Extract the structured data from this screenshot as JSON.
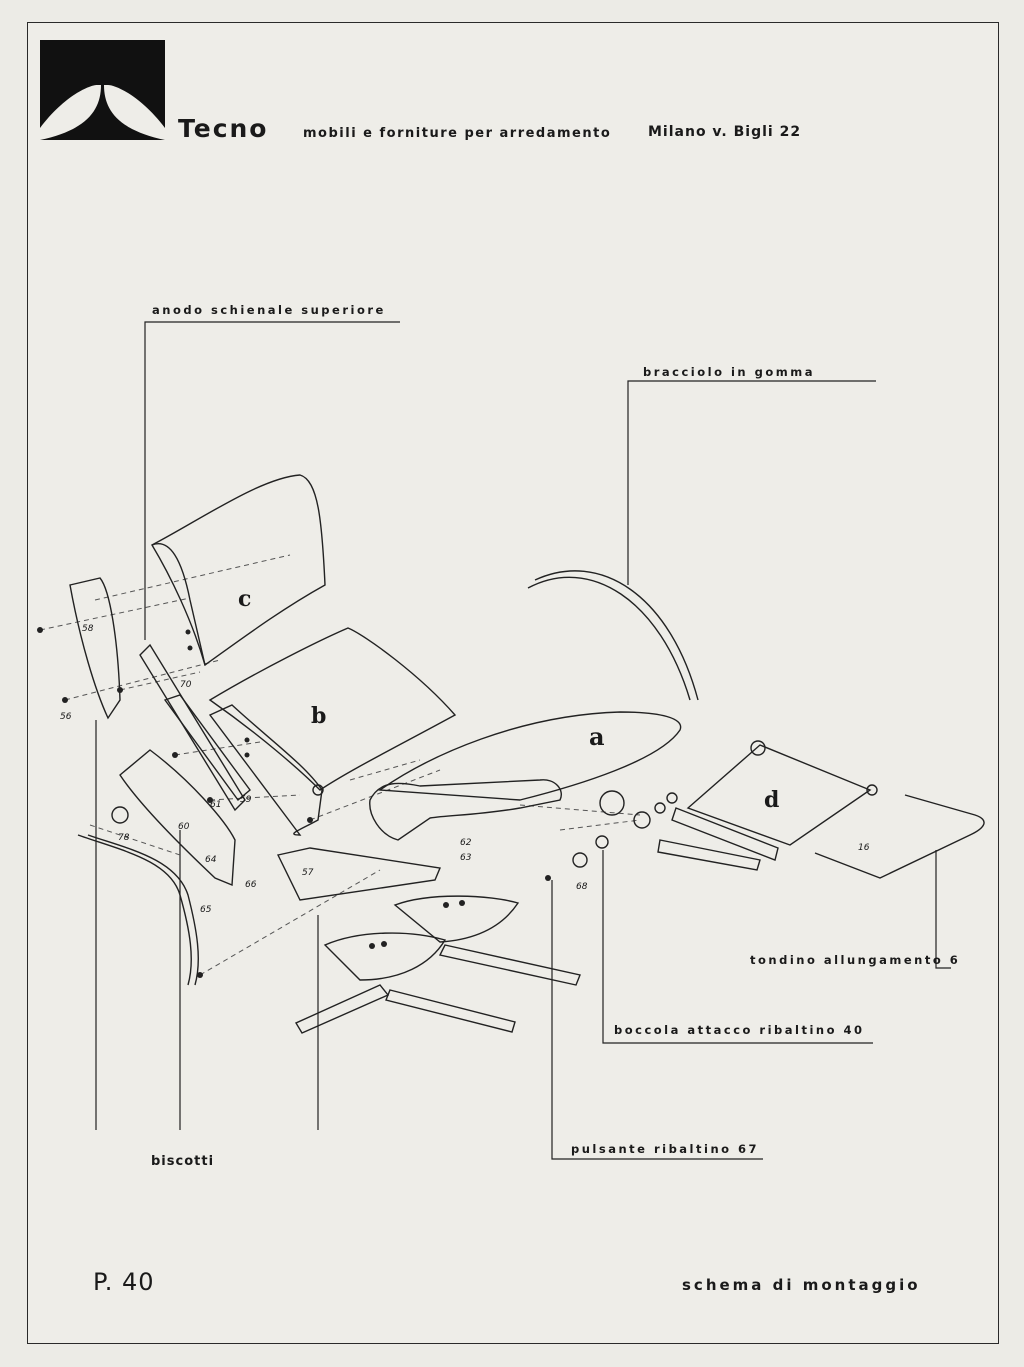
{
  "header": {
    "brand": "Tecno",
    "tagline": "mobili e forniture per arredamento",
    "address": "Milano v. Bigli 22"
  },
  "labels": {
    "anodo": "anodo schienale superiore",
    "bracciolo": "bracciolo in gomma",
    "tondino": "tondino allungamento 6",
    "boccola": "boccola attacco ribaltino 40",
    "pulsante": "pulsante ribaltino 67",
    "biscotti": "biscotti"
  },
  "parts": {
    "a": "a",
    "b": "b",
    "c": "c",
    "d": "d"
  },
  "numbers": [
    "58",
    "56",
    "70",
    "59",
    "61",
    "78",
    "60",
    "64",
    "65",
    "62",
    "63",
    "66",
    "68",
    "16",
    "57"
  ],
  "footer": {
    "page": "P. 40",
    "caption": "schema di montaggio"
  }
}
